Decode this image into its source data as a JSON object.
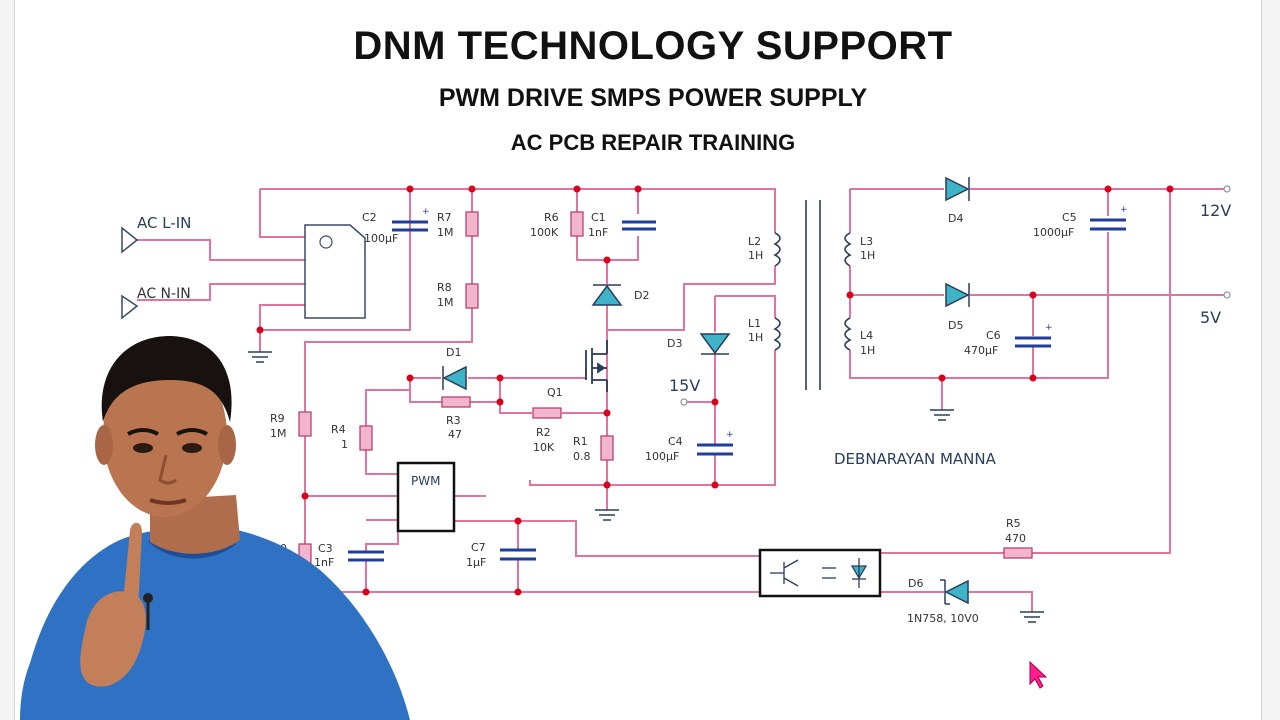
{
  "header": {
    "title": "DNM TECHNOLOGY SUPPORT",
    "subtitle": "PWM DRIVE SMPS POWER SUPPLY",
    "subtitle2": "AC PCB REPAIR TRAINING"
  },
  "inputs": {
    "ac_l": "AC L-IN",
    "ac_n": "AC N-IN"
  },
  "components": {
    "c2": {
      "ref": "C2",
      "val": "100µF"
    },
    "r7": {
      "ref": "R7",
      "val": "1M"
    },
    "r8": {
      "ref": "R8",
      "val": "1M"
    },
    "r6": {
      "ref": "R6",
      "val": "100K"
    },
    "c1": {
      "ref": "C1",
      "val": "1nF"
    },
    "d2": {
      "ref": "D2"
    },
    "d1": {
      "ref": "D1"
    },
    "r3": {
      "ref": "R3",
      "val": "47"
    },
    "q1": {
      "ref": "Q1"
    },
    "r2": {
      "ref": "R2",
      "val": "10K"
    },
    "r1": {
      "ref": "R1",
      "val": "0.8"
    },
    "r9": {
      "ref": "R9",
      "val": "1M"
    },
    "r4": {
      "ref": "R4",
      "val": "1"
    },
    "pwm": {
      "ref": "PWM"
    },
    "c3": {
      "ref": "C3",
      "val": "1nF"
    },
    "r10": {
      "ref": "10"
    },
    "c7": {
      "ref": "C7",
      "val": "1µF"
    },
    "d3": {
      "ref": "D3"
    },
    "c4": {
      "ref": "C4",
      "val": "100µF"
    },
    "l2": {
      "ref": "L2",
      "val": "1H"
    },
    "l1": {
      "ref": "L1",
      "val": "1H"
    },
    "l3": {
      "ref": "L3",
      "val": "1H"
    },
    "l4": {
      "ref": "L4",
      "val": "1H"
    },
    "d4": {
      "ref": "D4"
    },
    "d5": {
      "ref": "D5"
    },
    "c5": {
      "ref": "C5",
      "val": "1000µF"
    },
    "c6": {
      "ref": "C6",
      "val": "470µF"
    },
    "r5": {
      "ref": "R5",
      "val": "470"
    },
    "d6": {
      "ref": "D6",
      "val": "1N758, 10V0"
    }
  },
  "rails": {
    "v15": "15V",
    "v12": "12V",
    "v5": "5V"
  },
  "author": "DEBNARAYAN MANNA",
  "colors": {
    "wire": "#e0739f",
    "junction": "#d8001a",
    "cap": "#1f3d9c",
    "component": "#2a3d5c",
    "text": "#333333"
  }
}
